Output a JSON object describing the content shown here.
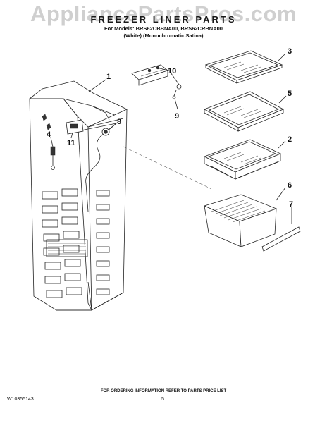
{
  "watermark": "AppliancePartsPros.com",
  "header": {
    "title": "FREEZER LINER PARTS",
    "models": "For Models: BRS62CBBNA00, BRS62CRBNA00",
    "colors": "(White)     (Monochromatic Satina)"
  },
  "callouts": {
    "c1": "1",
    "c2": "2",
    "c3": "3",
    "c4": "4",
    "c5": "5",
    "c6": "6",
    "c7": "7",
    "c8": "8",
    "c9": "9",
    "c10": "10",
    "c11": "11"
  },
  "footer": {
    "ordering_note": "FOR ORDERING INFORMATION REFER TO PARTS PRICE LIST",
    "doc_number": "W10355143",
    "page_number": "5"
  }
}
